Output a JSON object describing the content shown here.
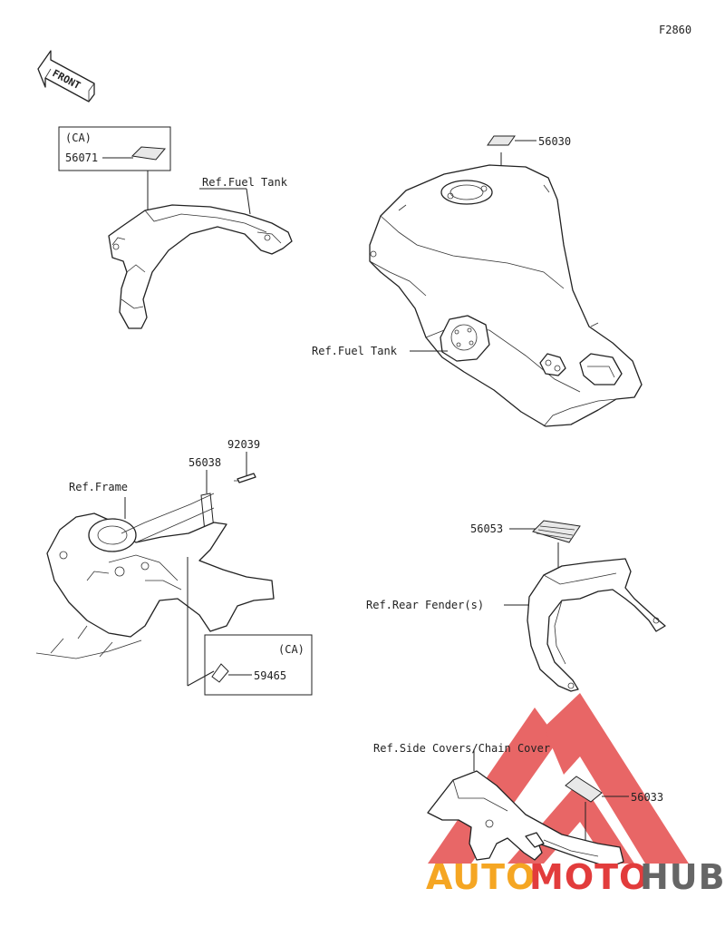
{
  "figure_code": "F2860",
  "front_arrow_label": "FRONT",
  "callouts": {
    "p56071": "56071",
    "p56030": "56030",
    "p92039": "92039",
    "p56038": "56038",
    "p56053": "56053",
    "p59465": "59465",
    "p56033": "56033"
  },
  "box_tags": {
    "box1": "(CA)",
    "box2": "(CA)"
  },
  "references": {
    "fuel_tank_cover": "Ref.Fuel Tank",
    "fuel_tank": "Ref.Fuel Tank",
    "frame": "Ref.Frame",
    "rear_fender": "Ref.Rear Fender(s)",
    "side_covers": "Ref.Side Covers/Chain Cover"
  },
  "watermark": {
    "part1": "AUTO",
    "part2": "MOTO",
    "part3": "HUB",
    "color_primary": "#f5a623",
    "color_secondary": "#e23c3c",
    "color_dark": "#666666"
  }
}
